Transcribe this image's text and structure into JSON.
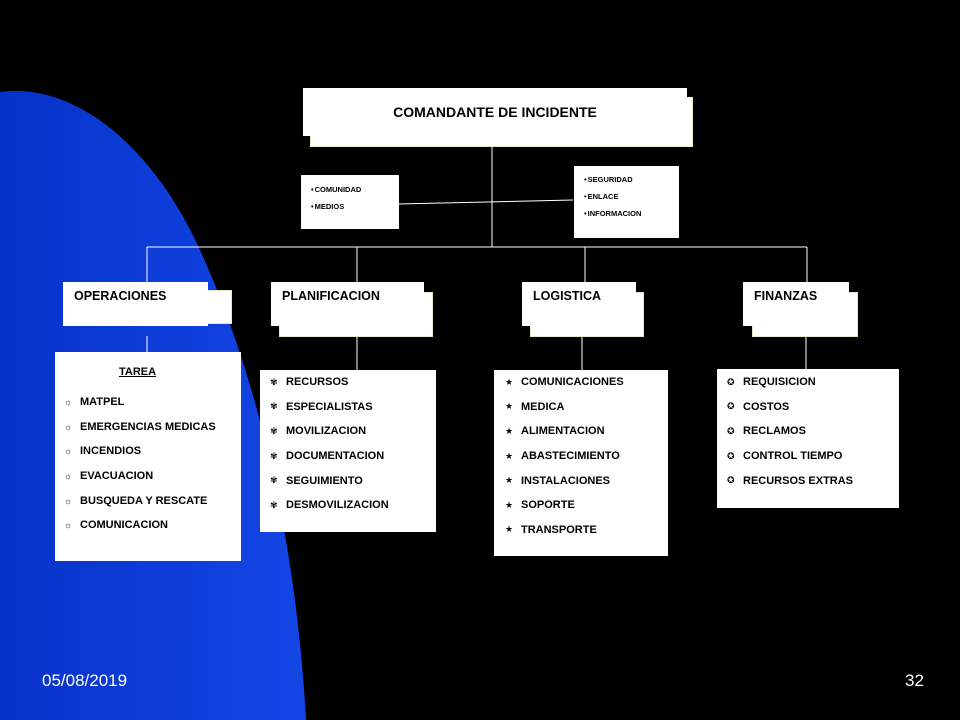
{
  "colors": {
    "background": "#000000",
    "accent_blue": "#0a3ad8",
    "box": "#ffffff",
    "line": "#ffffff"
  },
  "diagram": {
    "root": {
      "label": "COMANDANTE DE INCIDENTE"
    },
    "staff_left": {
      "items": [
        "COMUNIDAD",
        "MEDIOS"
      ]
    },
    "staff_right": {
      "items": [
        "SEGURIDAD",
        "ENLACE",
        "INFORMACION"
      ]
    },
    "sections": [
      {
        "label": "OPERACIONES",
        "task_header": "TAREA",
        "bullet_icon": "sun-icon",
        "items": [
          "MATPEL",
          "EMERGENCIAS MEDICAS",
          "INCENDIOS",
          "EVACUACION",
          "BUSQUEDA Y RESCATE",
          "COMUNICACION"
        ]
      },
      {
        "label": "PLANIFICACION",
        "bullet_icon": "flower-icon",
        "items": [
          "RECURSOS",
          "ESPECIALISTAS",
          "MOVILIZACION",
          "DOCUMENTACION",
          "SEGUIMIENTO",
          "DESMOVILIZACION"
        ]
      },
      {
        "label": "LOGISTICA",
        "bullet_icon": "star-icon",
        "items": [
          "COMUNICACIONES",
          "MEDICA",
          "ALIMENTACION",
          "ABASTECIMIENTO",
          "INSTALACIONES",
          "SOPORTE",
          "TRANSPORTE"
        ]
      },
      {
        "label": "FINANZAS",
        "bullet_icon": "circled-star-icon",
        "items": [
          "REQUISICION",
          "COSTOS",
          "RECLAMOS",
          "CONTROL TIEMPO",
          "RECURSOS EXTRAS"
        ]
      }
    ]
  },
  "footer": {
    "date": "05/08/2019",
    "page_number": "32"
  }
}
